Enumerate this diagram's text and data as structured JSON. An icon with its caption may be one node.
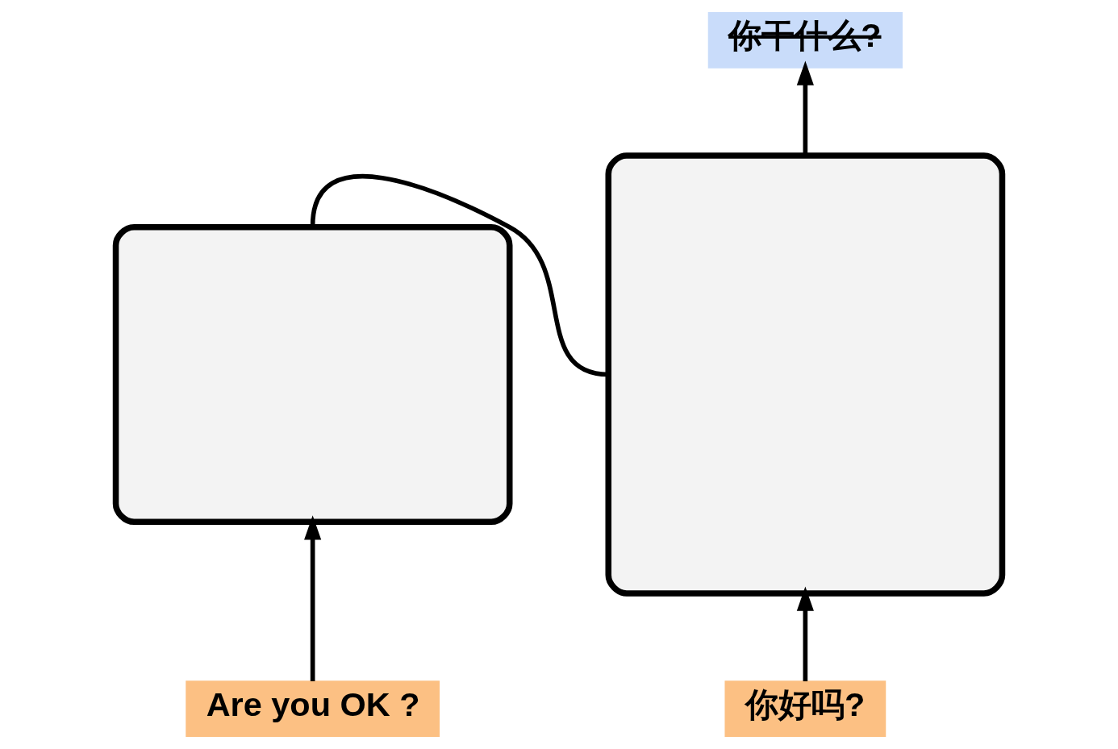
{
  "diagram": {
    "nodes": [
      {
        "text": [
          "你干什么?"
        ]
      },
      {
        "text": [],
        "shape": "box"
      },
      {
        "text": [],
        "shape": "box"
      },
      {
        "text": [
          "Are you OK ?"
        ]
      },
      {
        "text": [
          "你好吗?"
        ]
      }
    ],
    "edges": [
      {
        "from": 3,
        "to": 1,
        "arrow": "to"
      },
      {
        "from": 4,
        "to": 2,
        "arrow": "to"
      },
      {
        "from": 1,
        "to": 2,
        "arrow": "none"
      },
      {
        "from": 2,
        "to": 0,
        "arrow": "to"
      }
    ]
  }
}
